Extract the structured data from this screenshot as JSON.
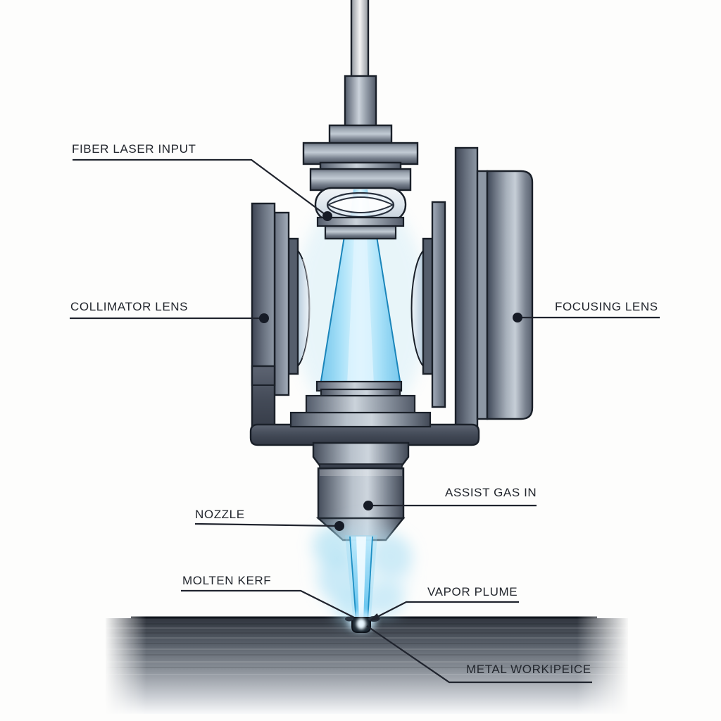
{
  "labels": {
    "fiber_laser_input": "FIBER LASER INPUT",
    "collimator_lens": "COLLIMATOR LENS",
    "focusing_lens": "FOCUSING LENS",
    "assist_gas_in": "ASSIST GAS IN",
    "nozzle": "NOZZLE",
    "molten_kerf": "MOLTEN KERF",
    "vapor_plume": "VAPOR PLUME",
    "metal_workpiece": "METAL WORKIPEICE"
  },
  "colors": {
    "background": "#fdfdfc",
    "outline": "#1a2029",
    "metal_light": "#ccd4dc",
    "metal_dark": "#4a5260",
    "bracket": "#434a57",
    "beam": "#5ec3ef",
    "beam_core": "#e6f8ff",
    "beam_edge": "#1a85ba",
    "leader_line": "#20242e",
    "label_text": "#22262d"
  }
}
